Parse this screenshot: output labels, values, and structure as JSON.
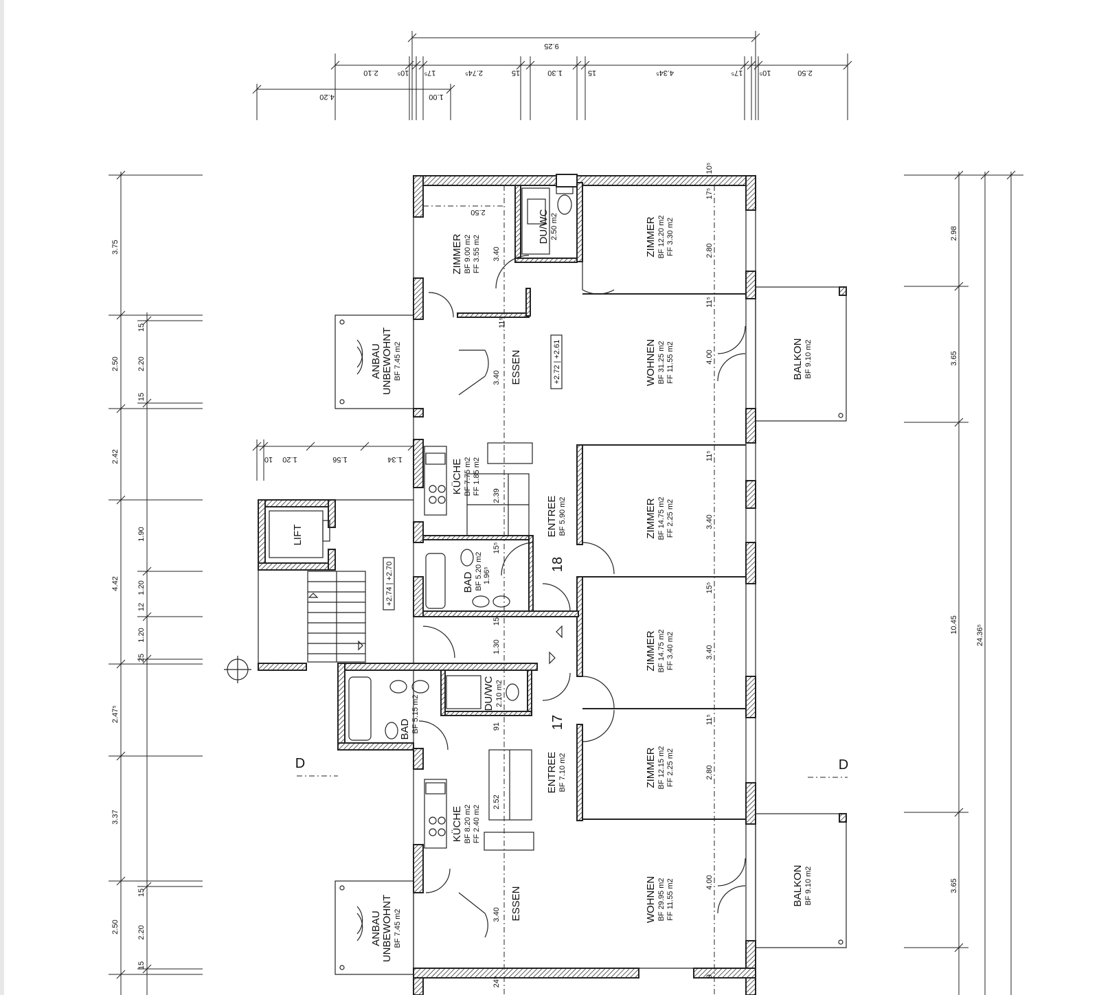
{
  "rooms": {
    "zimmer_top_left": {
      "name": "ZIMMER",
      "bf": "BF  9.00 m2",
      "ff": "FF  3.55 m2"
    },
    "duwc_top": {
      "name": "DU/WC",
      "area": "2.50 m2"
    },
    "zimmer_top_right": {
      "name": "ZIMMER",
      "bf": "BF  12.20 m2",
      "ff": "FF  3.30 m2"
    },
    "anbau_top": {
      "name1": "ANBAU",
      "name2": "UNBEWOHNT",
      "bf": "BF  7.45 m2"
    },
    "essen_top": {
      "name": "ESSEN"
    },
    "wohnen_top": {
      "name": "WOHNEN",
      "bf": "BF  31.25 m2",
      "ff": "FF  11.55 m2"
    },
    "balkon_top": {
      "name": "BALKON",
      "bf": "BF  9.10 m2"
    },
    "kueche_top": {
      "name": "KÜCHE",
      "bf": "BF  7.75 m2",
      "ff": "FF  1.85 m2"
    },
    "entree_top": {
      "name": "ENTREE",
      "bf": "BF  5.90 m2"
    },
    "zimmer_mid1": {
      "name": "ZIMMER",
      "bf": "BF  14.75 m2",
      "ff": "FF  2.25 m2"
    },
    "lift": {
      "name": "LIFT"
    },
    "bad_top": {
      "name": "BAD",
      "bf": "BF  5.20 m2"
    },
    "zimmer_mid2": {
      "name": "ZIMMER",
      "bf": "BF  14.75 m2",
      "ff": "FF  3.40 m2"
    },
    "bad_bottom": {
      "name": "BAD",
      "bf": "BF  5.15 m2"
    },
    "duwc_bottom": {
      "name": "DU/WC",
      "area": "2.10 m2"
    },
    "entree_bottom": {
      "name": "ENTREE",
      "bf": "BF  7.10 m2"
    },
    "zimmer_bottom": {
      "name": "ZIMMER",
      "bf": "BF  12.15 m2",
      "ff": "FF  2.25 m2"
    },
    "kueche_bottom": {
      "name": "KÜCHE",
      "bf": "BF  8.20 m2",
      "ff": "FF  2.40 m2"
    },
    "essen_bottom": {
      "name": "ESSEN"
    },
    "wohnen_bottom": {
      "name": "WOHNEN",
      "bf": "BF  29.95 m2",
      "ff": "FF  11.55 m2"
    },
    "balkon_bottom": {
      "name": "BALKON",
      "bf": "BF  9.10 m2"
    },
    "anbau_bottom": {
      "name1": "ANBAU",
      "name2": "UNBEWOHNT",
      "bf": "BF  7.45 m2"
    }
  },
  "unit_numbers": {
    "upper": "18",
    "lower": "17"
  },
  "levels": {
    "upper": "+2.72 | +2.61",
    "stair": "+2.74 | +2.70"
  },
  "section_marks": {
    "left": "D",
    "right": "D"
  },
  "dims_top_row1": [
    "9.25"
  ],
  "dims_top_row2": [
    "2.10",
    "10⁵",
    "17⁵",
    "2.74⁵",
    "15",
    "1.30",
    "15",
    "4.34⁵",
    "17⁵",
    "10⁵",
    "2.50"
  ],
  "dims_top_row3": [
    "4.20",
    "1.00"
  ],
  "dims_mid_row": [
    "10",
    "1.20",
    "1.56",
    "1.34"
  ],
  "dims_left_col1": [
    "3.75",
    "2.50",
    "2.42",
    "4.42",
    "2.47⁵",
    "3.37",
    "2.50"
  ],
  "dims_left_col2": [
    "15",
    "2.20",
    "15",
    "1.90",
    "1.20",
    "12",
    "1.20",
    "25",
    "15",
    "2.20",
    "15"
  ],
  "dims_right_col": [
    "2.98",
    "3.65",
    "10.45",
    "24.36⁵",
    "3.65"
  ],
  "dims_inner": [
    "2.50",
    "3.40",
    "2.80",
    "11⁵",
    "3.40",
    "4.00",
    "2.39",
    "3.40",
    "3.40",
    "2.80",
    "4.00",
    "2.52",
    "3.40",
    "10⁵",
    "17⁵",
    "11⁵",
    "11⁵",
    "15⁵",
    "11⁵",
    "1.96⁵",
    "15⁵",
    "15",
    "1.30",
    "91",
    "9",
    "24⁵"
  ]
}
